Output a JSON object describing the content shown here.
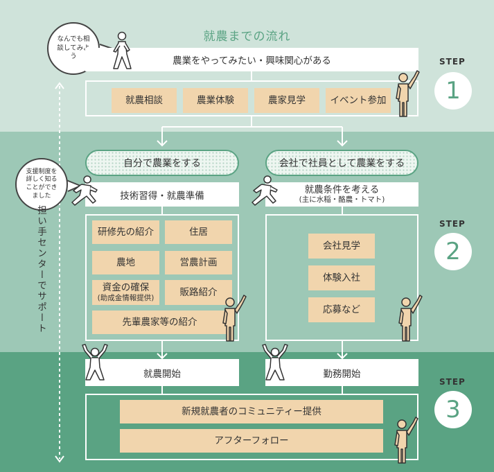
{
  "title": "就農までの流れ",
  "steps": {
    "label": "STEP",
    "one": "1",
    "two": "2",
    "three": "3"
  },
  "step1": {
    "interest": "農業をやってみたい・興味関心がある",
    "items": [
      "就農相談",
      "農業体験",
      "農家見学",
      "イベント参加"
    ]
  },
  "bubble1": "なんでも相談してみよう",
  "bubble2": "支援制度を詳しく知ることができました",
  "left": {
    "pill": "自分で農業をする",
    "header": "技術習得・就農準備",
    "items": [
      "研修先の紹介",
      "住居",
      "農地",
      "営農計画",
      "資金の確保",
      "販路紹介"
    ],
    "funding_note": "(助成金情報提供)",
    "wide_item": "先輩農家等の紹介",
    "start": "就農開始"
  },
  "right": {
    "pill": "会社で社員として農業をする",
    "header": "就農条件を考える",
    "header_note": "(主に水稲・酪農・トマト)",
    "items": [
      "会社見学",
      "体験入社",
      "応募など"
    ],
    "start": "勤務開始"
  },
  "step3": {
    "items": [
      "新規就農者のコミュニティー提供",
      "アフターフォロー"
    ]
  },
  "support": "担い手センターでサポート",
  "colors": {
    "band1": "#cfe3da",
    "band2": "#9dc8b6",
    "band3": "#5aa383",
    "tan": "#f1d5ad",
    "accent": "#5aa383"
  }
}
